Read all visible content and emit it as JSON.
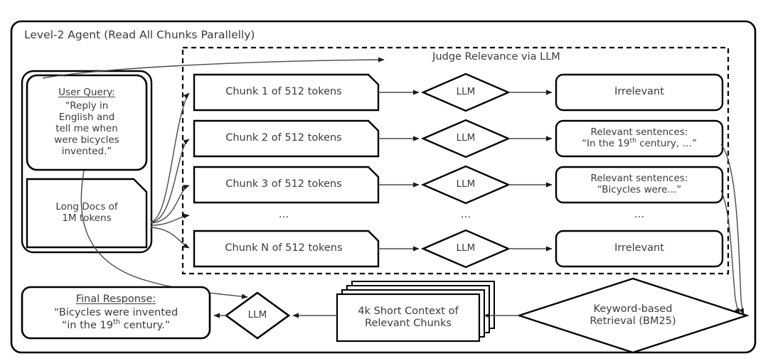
{
  "diagram": {
    "title": "Level-2 Agent (Read All Chunks Parallelly)",
    "dashed_group_label": "Judge Relevance via LLM"
  },
  "inputs": {
    "user_query_heading": "User Query:",
    "user_query_text": "“Reply in English and tell me when were bicycles invented.”",
    "user_query_lines": [
      "“Reply in",
      "English and",
      "tell me when",
      "were bicycles",
      "invented.”"
    ],
    "long_docs_lines": [
      "Long Docs of",
      "1M tokens"
    ],
    "long_docs_text": "Long Docs of 1M tokens"
  },
  "pipeline": {
    "rows": [
      {
        "chunk": "Chunk 1 of 512 tokens",
        "judge": "LLM",
        "result_lines": [
          "Irrelevant"
        ],
        "relevant": false
      },
      {
        "chunk": "Chunk 2 of 512 tokens",
        "judge": "LLM",
        "result_lines": [
          "Relevant sentences:",
          "“In the 19th century, ...”"
        ],
        "relevant": true
      },
      {
        "chunk": "Chunk 3 of 512 tokens",
        "judge": "LLM",
        "result_lines": [
          "Relevant sentences:",
          "“Bicycles were...”"
        ],
        "relevant": true
      },
      {
        "chunk": "Chunk N of 512 tokens",
        "judge": "LLM",
        "result_lines": [
          "Irrelevant"
        ],
        "relevant": false
      }
    ],
    "ellipsis": "…",
    "ellipsis_chunk": "…",
    "ellipsis_judge": "…",
    "ellipsis_result": "…"
  },
  "bottom": {
    "final_response_heading": "Final Response:",
    "final_response_lines": [
      "“Bicycles were invented",
      "in the 19th century.”"
    ],
    "final_llm": "LLM",
    "short_context_lines": [
      "4k Short Context of",
      "Relevant Chunks"
    ],
    "short_context_text": "4k Short Context of Relevant Chunks",
    "retrieval_lines": [
      "Keyword-based",
      "Retrieval (BM25)"
    ],
    "retrieval_text": "Keyword-based Retrieval (BM25)"
  },
  "colors": {
    "stroke": "#000000",
    "text": "#3b3b3b",
    "thin_stroke": "#4a4a4a",
    "background": "#ffffff"
  }
}
